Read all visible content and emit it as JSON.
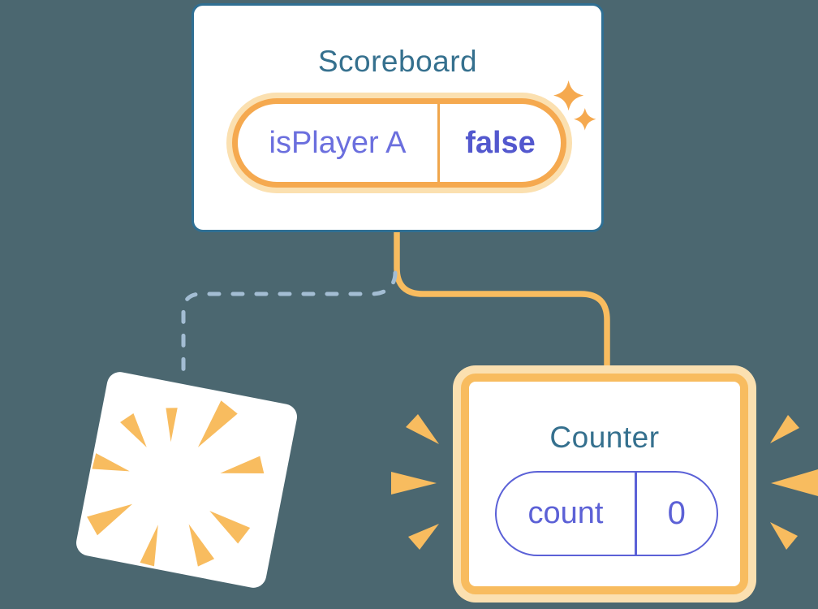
{
  "scoreboard": {
    "title": "Scoreboard",
    "state": {
      "name": "isPlayer A",
      "value": "false"
    }
  },
  "counter": {
    "title": "Counter",
    "state": {
      "name": "count",
      "value": "0"
    }
  },
  "icons": {
    "sparkles": "sparkles-icon",
    "poof_burst": "poof-burst-icon",
    "emphasis_marks": "emphasis-marks-icon"
  },
  "colors": {
    "background": "#4B6770",
    "card_bg": "#FFFFFF",
    "card_border": "#2F6F93",
    "title": "#35708E",
    "purple_light": "#6B6FDE",
    "purple_bold": "#5358CE",
    "purple": "#5C61D6",
    "pill_outline": "#5B61D7",
    "orange": "#F8BC5F",
    "orange_deep": "#F5A94F",
    "orange_divider": "#F0A64C",
    "orange_halo": "#FBE0B0",
    "dash_blue": "#A3BDD3"
  }
}
